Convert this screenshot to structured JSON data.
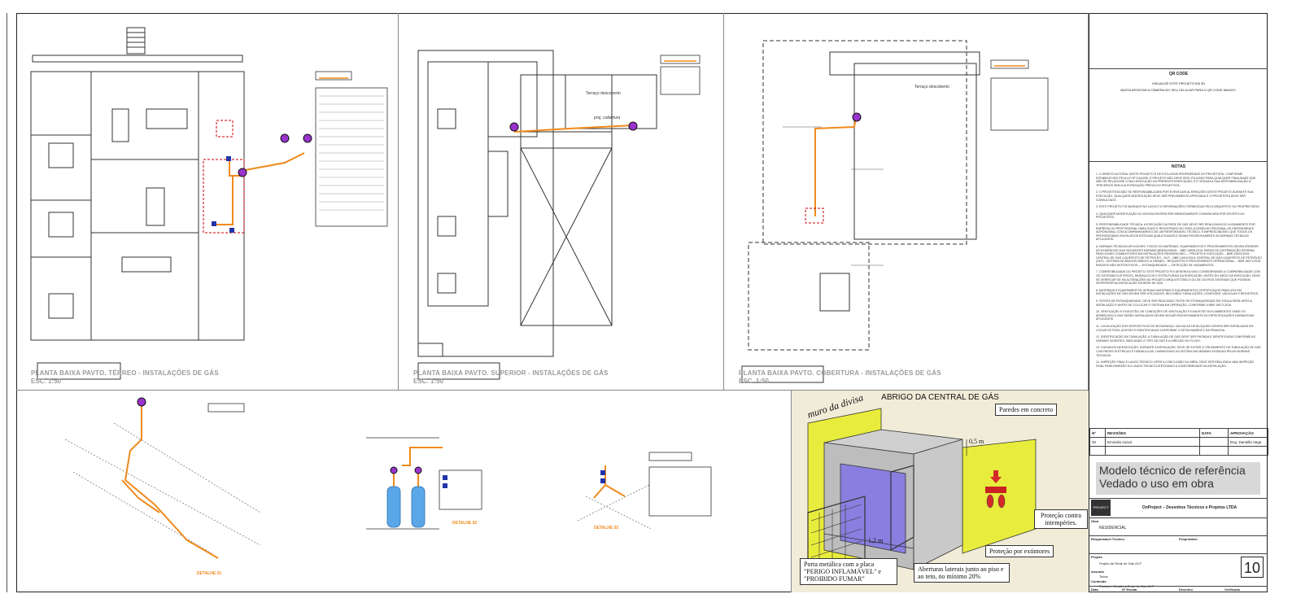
{
  "panels": {
    "terreo": {
      "title": "PLANTA BAIXA PAVTO. TÉRREO - INSTALAÇÕES DE GÁS",
      "scale": "ESC. 1:50"
    },
    "superior": {
      "title": "PLANTA BAIXA PAVTO. SUPERIOR - INSTALAÇÕES DE GÁS",
      "scale": "ESC. 1:50",
      "terrace": "Terraço descoberto",
      "projection": "proj. cobertura"
    },
    "cobertura": {
      "title": "PLANTA BAIXA PAVTO. COBERTURA - INSTALAÇÕES DE GÁS",
      "scale": "ESC. 1:50",
      "terrace": "Terraço descoberto"
    },
    "details": {
      "d1": "DETALHE 01",
      "d2": "DETALHE 02",
      "d3": "DETALHE 03"
    }
  },
  "shelter": {
    "title": "ABRIGO DA CENTRAL DE GÁS",
    "wall_label": "muro da divisa",
    "walls_concrete": "Paredes em concreto",
    "height_dim": "0,5 m",
    "width_dim": "1,2 m",
    "weather_protection": "Proteção contra intempéries.",
    "extinguisher_protection": "Proteção por extintores",
    "metal_door": "Porta metálica com a placa \"PERIGO INFLAMÁVEL\" e \"PROIBIDO FUMAR\"",
    "side_openings": "Aberturas laterais junto ao piso e ao teto, no mínimo 20%"
  },
  "titleblock": {
    "qr_title": "QR CODE",
    "qr_line1": "VISUALIZE ESTE PROJETO EM 3D",
    "qr_line2": "BASTA APONTAR A CÂMERA DO SEU CELULAR PARA O QR CODE ABAIXO.",
    "notes_title": "NOTAS",
    "notes": [
      "1. O DIREITO AUTORAL DESTE PROJETO É DE EXCLUSIVA PROPRIEDADE DO PROJETISTA, CONFORME ESTABELECIDO PELA LEI Nº 9.610/98. O PROJETO NÃO DEVE SER UTILIZADO PARA QUALQUER FINALIDADE QUE NÃO SE RELACIONE COM A EXECUÇÃO DA PRESENTE EDIFICAÇÃO, E É VEDADA A SUA DISPONIBILIZAÇÃO A TERCEIROS SEM A AUTORIZAÇÃO PRÉVIA DO PROJETISTA.",
      "2. O PROJETISTA NÃO SE RESPONSABILIZARÁ POR EVENTUAIS ALTERAÇÕES DESTE PROJETO DURANTE SUA EXECUÇÃO. QUALQUER MODIFICAÇÃO DEVE SER PREVIAMENTE APROVADA E O PROJETISTA DEVE SER CONSULTADO.",
      "3. ESTE PROJETO FOI BASEADO NO LAYOUT E INFORMAÇÕES FORNECIDAS PELO ARQUITETO OU PROPRIETÁRIO.",
      "4. QUALQUER MODIFICAÇÃO OU DÚVIDA DEVERÁ SER IMEDIATAMENTE COMUNICADA POR ESCRITO AO PROJETISTA.",
      "5. RESPONSABILIDADE TÉCNICA: A EXECUÇÃO DA REDE DE GÁS DEVE SER REALIZADA EXCLUSIVAMENTE POR EMPRESA OU PROFISSIONAL HABILITADO E REGISTRADO NO CREA (CONSELHO REGIONAL DE ENGENHARIA E AGRONOMIA), COM ACOMPANHAMENTO DE UM RESPONSÁVEL TÉCNICO. É IMPRESCINDÍVEL QUE TODOS OS PROFISSIONAIS ENVOLVIDOS ESTEJAM QUALIFICADOS E SIGAM RIGOROSAMENTE AS NORMAS TÉCNICAS APLICÁVEIS.",
      "6. NORMAS TÉCNICAS APLICÁVEIS: TODOS OS MATERIAIS, EQUIPAMENTOS E PROCEDIMENTOS DEVEM ATENDER ÀS EXIGÊNCIAS DAS SEGUINTES NORMAS BRASILEIRAS: - NBR 15526:2016: REDES DE DISTRIBUIÇÃO INTERNA PARA GASES COMBUSTÍVEIS EM INSTALAÇÕES RESIDENCIAIS — PROJETO E EXECUÇÃO. - NBR 13523:2019: CENTRAL DE GÁS LIQUEFEITO DE PETRÓLEO - GLP. - NBR 14024:2018: CENTRAL DE GÁS LIQUEFEITO DE PETRÓLEO (GLP) - SISTEMA DE ABASTECIMENTO A GRANEL - REQUISITOS E PROCEDIMENTO OPERACIONAL. - NBR 15071:2015: ENSAIOS NÃO DESTRUTIVOS — ESTANQUEIDADE — DETECÇÃO DE VAZAMENTOS.",
      "7. COMPATIBILIDADE DO PROJETO: ESTE PROJETO FOI DESENVOLVIDO CONSIDERANDO A COMPATIBILIDADE COM OS SISTEMAS ELÉTRICOS, HIDRÁULICOS E ESTRUTURAIS DA EDIFICAÇÃO. ANTES DO INÍCIO DA EXECUÇÃO, DEVE-SE VERIFICAR SE HÁ ALTERAÇÕES NO PROJETO ARQUITETÔNICO OU DE OUTROS SISTEMAS QUE POSSAM INTERFERIR NA INSTALAÇÃO DA REDE DE GÁS.",
      "8. MATERIAIS E EQUIPAMENTOS: APENAS MATERIAIS E EQUIPAMENTOS CERTIFICADOS PARA USO EM INSTALAÇÕES DE GÁS DEVEM SER UTILIZADOS, INCLUINDO TUBULAÇÕES, CONEXÕES, VÁLVULAS E REGISTROS.",
      "9. TESTES DE ESTANQUEIDADE: DEVE SER REALIZADO TESTE DE ESTANQUEIDADE EM TODA A REDE APÓS A INSTALAÇÃO E ANTES DE COLOCAR O SISTEMA EM OPERAÇÃO, CONFORME A NBR 15071:2015.",
      "10. VENTILAÇÃO E EXAUSTÃO: AS CONDIÇÕES DE VENTILAÇÃO E EXAUSTÃO DOS AMBIENTES ONDE OS APARELHOS A GÁS SERÃO INSTALADOS DEVEM SEGUIR RIGOROSAMENTE AS ESPECIFICAÇÕES NORMATIVAS APLICÁVEIS.",
      "11. LOCALIZAÇÃO DOS DISPOSITIVOS DE SEGURANÇA: VÁLVULAS DE BLOQUEIO DEVEM SER INSTALADAS EM LOCAIS DE FÁCIL ACESSO E IDENTIFICADAS CONFORME O DETALHAMENTO DA PRANCHA.",
      "12. IDENTIFICAÇÃO DA TUBULAÇÃO: A TUBULAÇÃO DE GÁS DEVE SER PINTADA E IDENTIFICADA CONFORME AS NORMAS VIGENTES, INDICANDO O TIPO DE GÁS E A DIREÇÃO DO FLUXO.",
      "13. CUIDADOS NA EXECUÇÃO: DURANTE A INSTALAÇÃO, DEVE-SE EVITAR O CRUZAMENTO DA TUBULAÇÃO DE GÁS COM REDES ELÉTRICAS E HIDRÁULICAS, GARANTINDO AS DISTÂNCIAS MÍNIMAS EXIGIDAS PELAS NORMAS TÉCNICAS.",
      "14. INSPEÇÃO FINAL E LAUDO TÉCNICO: APÓS A CONCLUSÃO DA OBRA, DEVE SER REALIZADA UMA INSPEÇÃO FINAL PARA EMISSÃO DO LAUDO TÉCNICO ATESTANDO A CONFORMIDADE DA INSTALAÇÃO."
    ],
    "rev_headers": {
      "n": "Nº",
      "revisoes": "REVISÕES",
      "data": "DATA",
      "aprovacao": "APROVAÇÃO"
    },
    "rev_rows": [
      {
        "n": "00",
        "desc": "Emissão inicial",
        "data": "",
        "aprov": "Eng. Daniella Vega"
      }
    ],
    "watermark_line1": "Modelo técnico de referência",
    "watermark_line2": "Vedado o uso em obra",
    "logo_text": "PROJECT",
    "company": "OnProject – Desenhos Técnicos e Projetos LTDA",
    "obra_label": "Obra",
    "obra_value": "RESIDENCIAL",
    "resp_label": "Responsável Técnico",
    "prop_label": "Proprietário",
    "projeto_label": "Projeto",
    "projeto_value": "Projeto de Rede de Gás GLP",
    "assunto_label": "Assunto",
    "assunto_value": "Todos",
    "conteudo_label": "Conteúdo",
    "conteudo_value": "Plantas e Detalhes Rede de Gás GLP",
    "sheet_number": "10",
    "data_label": "Data",
    "escala_label": "Nº Escala",
    "desenho_label": "Desenho",
    "verificado_label": "Verificado"
  }
}
